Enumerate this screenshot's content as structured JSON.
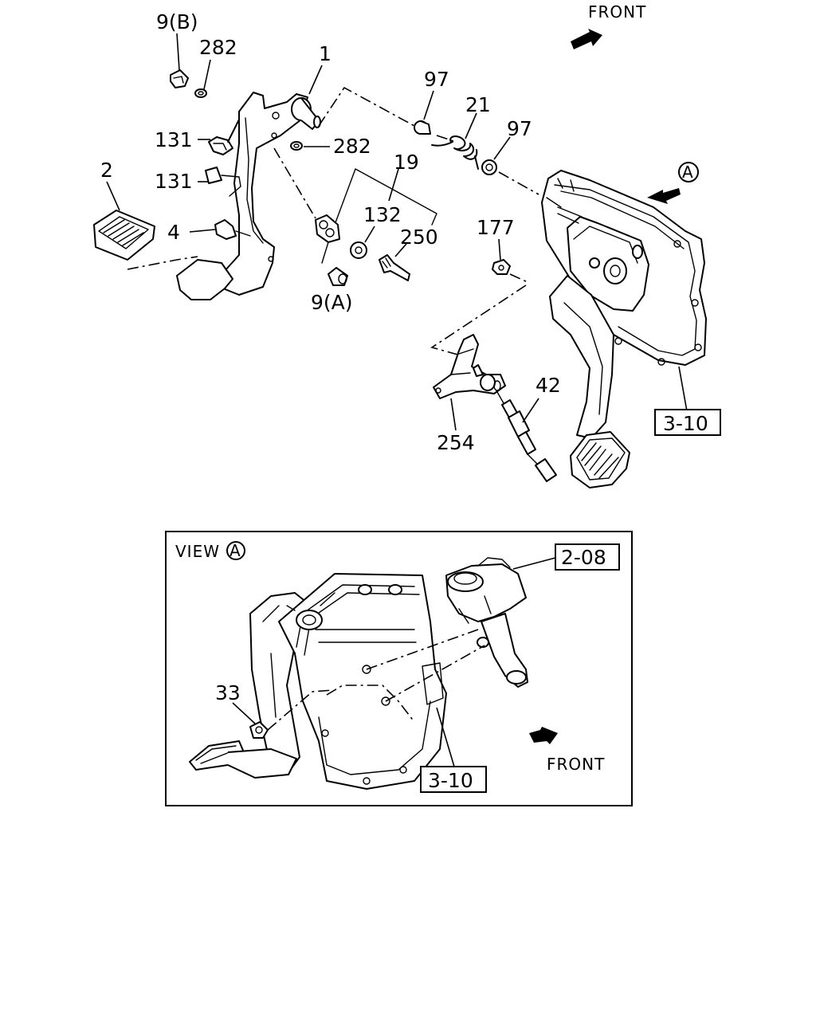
{
  "diagram": {
    "front_label_top": "FRONT",
    "front_label_view": "FRONT",
    "view_label": "VIEW",
    "view_marker": "A",
    "callout_A": "A",
    "parts": {
      "p9b": "9(B)",
      "p282a": "282",
      "p1": "1",
      "p131a": "131",
      "p131b": "131",
      "p2": "2",
      "p4": "4",
      "p282b": "282",
      "p97a": "97",
      "p21": "21",
      "p97b": "97",
      "p19": "19",
      "p132": "132",
      "p250": "250",
      "p9a": "9(A)",
      "p177": "177",
      "p42": "42",
      "p254": "254",
      "p33": "33"
    },
    "refs": {
      "ref_3_10_top": "3-10",
      "ref_2_08": "2-08",
      "ref_3_10_view": "3-10"
    }
  }
}
